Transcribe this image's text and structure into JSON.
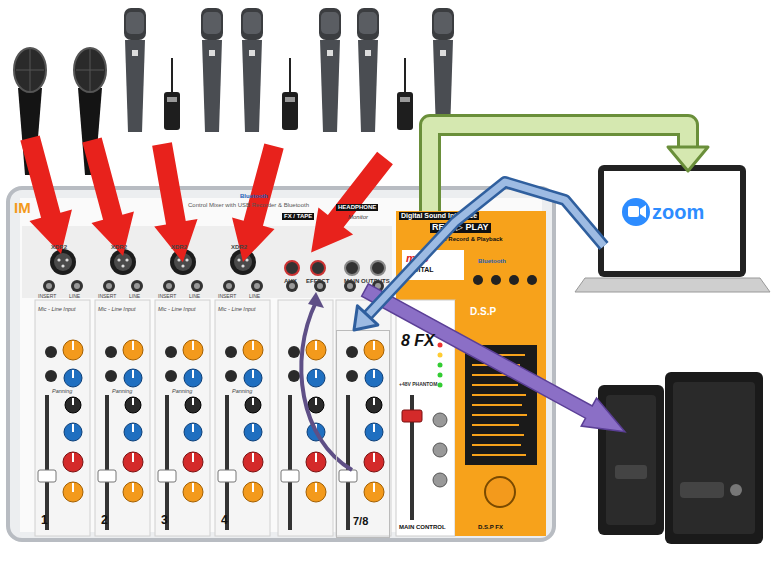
{
  "diagram": {
    "nodes": [
      {
        "text": [
          "Control Mixer with USB Recorder & Bluetooth"
        ]
      },
      {
        "text": [
          "7/8"
        ],
        "in": 0
      },
      {
        "text": [
          "Digital Sound Interface",
          "REC. ▷ PLAY",
          "USB Record & Playback"
        ],
        "in": 0
      },
      {
        "text": [
          "zoom"
        ]
      }
    ],
    "edges": [
      {
        "from": 2,
        "to": 3,
        "arrow": "to"
      },
      {
        "from": 3,
        "to": 1,
        "arrow": "to"
      }
    ],
    "labels": [
      "IM",
      "XDR2",
      "XDR2",
      "XDR2",
      "XDR2",
      "INSERT",
      "LINE",
      "INSERT",
      "LINE",
      "INSERT",
      "LINE",
      "INSERT",
      "LINE",
      "Mic - Line Input",
      "Mic - Line Input",
      "Mic - Line Input",
      "Mic - Line Input",
      "Panning",
      "Panning",
      "Panning",
      "Panning",
      "FX / TAPE",
      "HEADPHONE",
      "Monitor",
      "AUX",
      "EFFECT",
      "MAIN OUTPUTS",
      "mp3",
      "DIGITAL",
      "Bluetooth",
      "8 FX",
      "D.S.P",
      "+48V PHANTOM",
      "MAIN CONTROL",
      "D.S.P FX",
      "1",
      "2",
      "3",
      "4",
      "Bluetooth"
    ]
  }
}
